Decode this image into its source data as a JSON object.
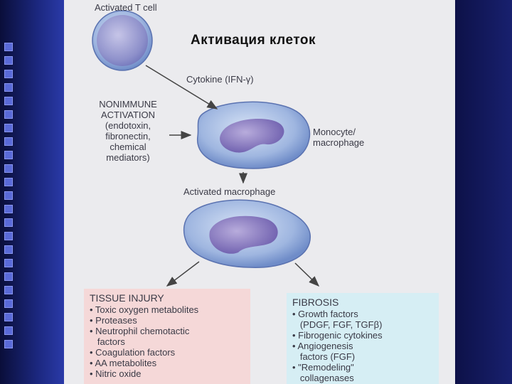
{
  "slide_title": "Активация клеток",
  "labels": {
    "activated_t_cell": "Activated T cell",
    "cytokine": "Cytokine (IFN-γ)",
    "nonimmune": [
      "NONIMMUNE",
      "ACTIVATION",
      "(endotoxin,",
      "fibronectin,",
      "chemical",
      "mediators)"
    ],
    "monocyte": [
      "Monocyte/",
      "macrophage"
    ],
    "activated_macrophage": "Activated macrophage"
  },
  "tissue_injury": {
    "heading": "TISSUE INJURY",
    "items": [
      "• Toxic oxygen metabolites",
      "• Proteases",
      "• Neutrophil chemotactic",
      "   factors",
      "• Coagulation factors",
      "• AA metabolites",
      "• Nitric oxide"
    ]
  },
  "fibrosis": {
    "heading": "FIBROSIS",
    "items": [
      "• Growth factors",
      "   (PDGF, FGF, TGFβ)",
      "• Fibrogenic cytokines",
      "• Angiogenesis",
      "   factors (FGF)",
      "• \"Remodeling\"",
      "   collagenases"
    ]
  },
  "colors": {
    "cell_outer": "#8fa8d8",
    "cell_nucleus": "#7a6cb8",
    "box_injury": "#f5d8d8",
    "box_fibrosis": "#d6eef4"
  }
}
